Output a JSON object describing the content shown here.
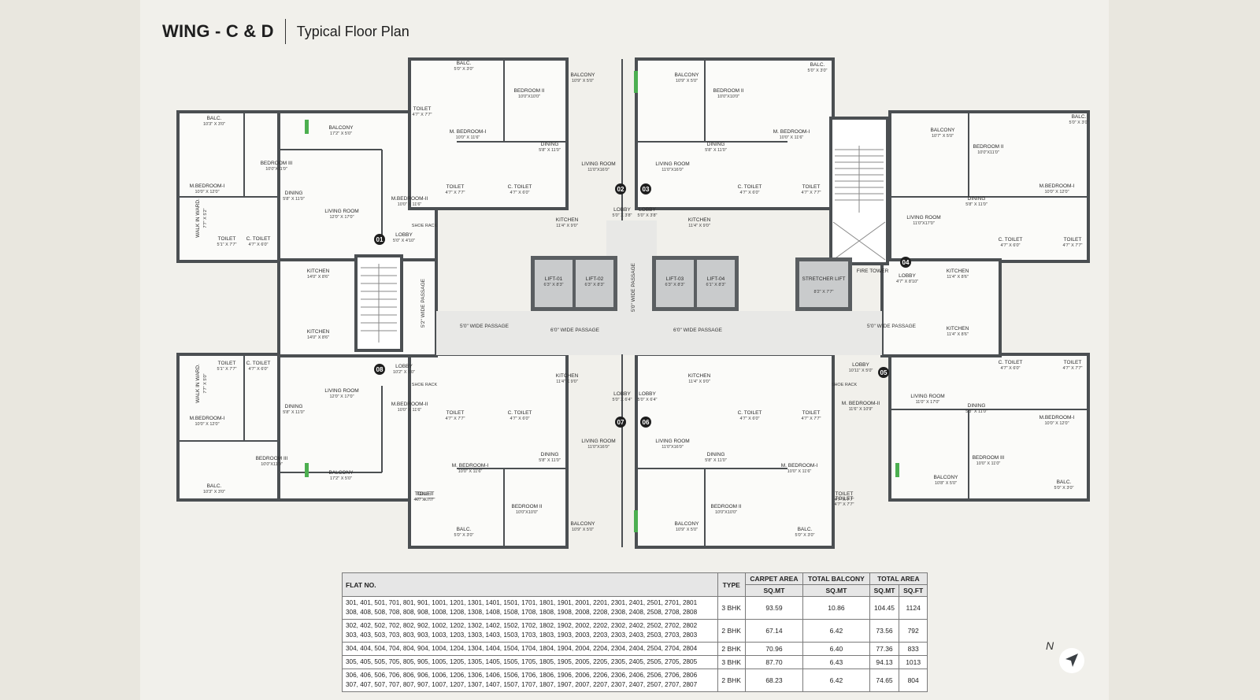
{
  "header": {
    "wing": "WING - C & D",
    "subtitle": "Typical Floor Plan"
  },
  "colors": {
    "background": "#e9e7df",
    "wall": "#4b4f52",
    "lift": "#c9cbcc",
    "passage": "#e8e8e6",
    "marker": "#1e1e1e",
    "greenery": "#4caf50"
  },
  "plan": {
    "flats": [
      "01",
      "02",
      "03",
      "04",
      "05",
      "06",
      "07",
      "08"
    ],
    "rooms": {
      "balc_01": {
        "label": "BALC.",
        "dims": "10'3\" X 3'0\""
      },
      "balc_08": {
        "label": "BALC.",
        "dims": "10'3\" X 3'0\""
      },
      "mbed_01": {
        "label": "M.BEDROOM-I",
        "dims": "10'0\" X 12'0\""
      },
      "mbed_08": {
        "label": "M.BEDROOM-I",
        "dims": "10'0\" X 12'0\""
      },
      "walkin_01": {
        "label": "WALK IN WARD.",
        "dims": "7'7\" X 5'2\""
      },
      "walkin_08": {
        "label": "WALK IN WARD.",
        "dims": "7'7\" X 5'0\""
      },
      "toilet_01": {
        "label": "TOILET",
        "dims": "5'1\" X 7'7\""
      },
      "toilet_08": {
        "label": "TOILET",
        "dims": "5'1\" X 7'7\""
      },
      "ctoilet_01": {
        "label": "C. TOILET",
        "dims": "4'7\" X 6'0\""
      },
      "ctoilet_08": {
        "label": "C. TOILET",
        "dims": "4'7\" X 6'0\""
      },
      "bed3_01": {
        "label": "BEDROOM III",
        "dims": "10'0\"X11'0\""
      },
      "bed3_08": {
        "label": "BEDROOM III",
        "dims": "10'0\"X11'0\""
      },
      "balcony_01": {
        "label": "BALCONY",
        "dims": "17'2\" X 5'0\""
      },
      "balcony_08": {
        "label": "BALCONY",
        "dims": "17'2\" X 5'0\""
      },
      "dining_01": {
        "label": "DINING",
        "dims": "5'8\" X 11'0\""
      },
      "dining_08": {
        "label": "DINING",
        "dims": "5'8\" X 11'0\""
      },
      "living_01": {
        "label": "LIVING ROOM",
        "dims": "12'0\" X 17'0\""
      },
      "living_08": {
        "label": "LIVING ROOM",
        "dims": "12'0\" X 17'0\""
      },
      "kitchen_01": {
        "label": "KITCHEN",
        "dims": "14'0\" X 8'6\""
      },
      "kitchen_08": {
        "label": "KITCHEN",
        "dims": "14'0\" X 8'6\""
      },
      "mbed2_01": {
        "label": "M.BEDROOM-II",
        "dims": "10'0\" X 11'6\""
      },
      "mbed2_08": {
        "label": "M.BEDROOM-II",
        "dims": "10'0\" X 11'6\""
      },
      "lobby_01": {
        "label": "LOBBY",
        "dims": "5'0\" X 4'10\""
      },
      "lobby_08": {
        "label": "LOBBY",
        "dims": "10'2\" X 5'0\""
      },
      "toilet_01b": {
        "label": "TOILET",
        "dims": "4'7\" X 7'7\""
      },
      "toilet_08b": {
        "label": "TOILET",
        "dims": "4'7\" X 7'7\""
      },
      "balc_02": {
        "label": "BALC.",
        "dims": "5'0\" X 3'0\""
      },
      "mbed_02": {
        "label": "M. BEDROOM-I",
        "dims": "10'0\" X 11'6\""
      },
      "toilet_02": {
        "label": "TOILET",
        "dims": "4'7\" X 7'7\""
      },
      "bed2_02": {
        "label": "BEDROOM II",
        "dims": "10'0\"X10'0\""
      },
      "dining_02": {
        "label": "DINING",
        "dims": "5'8\" X 11'0\""
      },
      "ctoilet_02": {
        "label": "C. TOILET",
        "dims": "4'7\" X 6'0\""
      },
      "balcony_02": {
        "label": "BALCONY",
        "dims": "10'9\" X 5'0\""
      },
      "living_02": {
        "label": "LIVING ROOM",
        "dims": "11'0\"X16'0\""
      },
      "kitchen_02": {
        "label": "KITCHEN",
        "dims": "11'4\" X 9'0\""
      },
      "lobby_02": {
        "label": "LOBBY",
        "dims": "5'0\" X 3'8\""
      },
      "balcony_03": {
        "label": "BALCONY",
        "dims": "10'9\" X 5'0\""
      },
      "living_03": {
        "label": "LIVING ROOM",
        "dims": "11'0\"X16'0\""
      },
      "lobby_03": {
        "label": "LOBBY",
        "dims": "5'0\" X 3'8\""
      },
      "kitchen_03": {
        "label": "KITCHEN",
        "dims": "11'4\" X 9'0\""
      },
      "bed2_03": {
        "label": "BEDROOM II",
        "dims": "10'0\"X10'0\""
      },
      "dining_03": {
        "label": "DINING",
        "dims": "5'8\" X 11'0\""
      },
      "ctoilet_03": {
        "label": "C. TOILET",
        "dims": "4'7\" X 6'0\""
      },
      "mbed_03": {
        "label": "M. BEDROOM-I",
        "dims": "10'0\" X 11'6\""
      },
      "toilet_03": {
        "label": "TOILET",
        "dims": "4'7\" X 7'7\""
      },
      "balc_03": {
        "label": "BALC.",
        "dims": "5'0\" X 3'0\""
      },
      "balcony_04": {
        "label": "BALCONY",
        "dims": "10'7\" X 5'0\""
      },
      "bed2_04": {
        "label": "BEDROOM II",
        "dims": "10'0\"X11'0\""
      },
      "balc_04": {
        "label": "BALC.",
        "dims": "5'0\" X 3'0\""
      },
      "mbed_04": {
        "label": "M.BEDROOM-I",
        "dims": "10'0\" X 12'0\""
      },
      "dining_04": {
        "label": "DINING",
        "dims": "5'8\" X 11'0\""
      },
      "living_04": {
        "label": "LIVING ROOM",
        "dims": "11'0\"X17'0\""
      },
      "ctoilet_04": {
        "label": "C. TOILET",
        "dims": "4'7\" X 6'0\""
      },
      "toilet_04": {
        "label": "TOILET",
        "dims": "4'7\" X 7'7\""
      },
      "kitchen_04": {
        "label": "KITCHEN",
        "dims": "11'4\" X 8'6\""
      },
      "lobby_04": {
        "label": "LOBBY",
        "dims": "4'7\" X 8'10\""
      },
      "kitchen_05": {
        "label": "KITCHEN",
        "dims": "11'4\" X 8'6\""
      },
      "lobby_05": {
        "label": "LOBBY",
        "dims": "10'11\" X 5'0\""
      },
      "ctoilet_05": {
        "label": "C. TOILET",
        "dims": "4'7\" X 6'0\""
      },
      "toilet_05": {
        "label": "TOILET",
        "dims": "4'7\" X 7'7\""
      },
      "living_05": {
        "label": "LIVING ROOM",
        "dims": "11'0\" X 17'0\""
      },
      "mbed2_05": {
        "label": "M. BEDROOM-II",
        "dims": "11'6\" X 10'9\""
      },
      "dining_05": {
        "label": "DINING",
        "dims": "5'8\" X 11'0\""
      },
      "mbed_05": {
        "label": "M.BEDROOM-I",
        "dims": "10'0\" X 12'0\""
      },
      "bed3_05": {
        "label": "BEDROOM III",
        "dims": "10'0\" X 11'0\""
      },
      "balcony_05": {
        "label": "BALCONY",
        "dims": "10'8\" X 5'0\""
      },
      "balc_05": {
        "label": "BALC.",
        "dims": "5'0\" X 3'0\""
      },
      "toilet_05b": {
        "label": "TOILET",
        "dims": "4'7\" X 7'7\""
      },
      "kitchen_06": {
        "label": "KITCHEN",
        "dims": "11'4\" X 9'0\""
      },
      "lobby_06": {
        "label": "LOBBY",
        "dims": "5'0\" X 6'4\""
      },
      "ctoilet_06": {
        "label": "C. TOILET",
        "dims": "4'7\" X 6'0\""
      },
      "toilet_06": {
        "label": "TOILET",
        "dims": "4'7\" X 7'7\""
      },
      "living_06": {
        "label": "LIVING ROOM",
        "dims": "11'0\"X16'0\""
      },
      "dining_06": {
        "label": "DINING",
        "dims": "5'8\" X 11'0\""
      },
      "mbed_06": {
        "label": "M. BEDROOM-I",
        "dims": "10'0\" X 11'6\""
      },
      "bed2_06": {
        "label": "BEDROOM II",
        "dims": "10'0\"X10'0\""
      },
      "toilet_06b": {
        "label": "TOILET",
        "dims": "4'7\" X 7'7\""
      },
      "balcony_06": {
        "label": "BALCONY",
        "dims": "10'9\" X 5'0\""
      },
      "balc_06": {
        "label": "BALC.",
        "dims": "5'0\" X 3'0\""
      },
      "kitchen_07": {
        "label": "KITCHEN",
        "dims": "11'4\" X 9'0\""
      },
      "lobby_07": {
        "label": "LOBBY",
        "dims": "5'0\" X 6'4\""
      },
      "ctoilet_07": {
        "label": "C. TOILET",
        "dims": "4'7\" X 6'0\""
      },
      "toilet_07": {
        "label": "TOILET",
        "dims": "4'7\" X 7'7\""
      },
      "living_07": {
        "label": "LIVING ROOM",
        "dims": "11'0\"X16'0\""
      },
      "dining_07": {
        "label": "DINING",
        "dims": "5'8\" X 11'0\""
      },
      "mbed_07": {
        "label": "M. BEDROOM-I",
        "dims": "10'0\" X 11'6\""
      },
      "bed2_07": {
        "label": "BEDROOM II",
        "dims": "10'0\"X10'0\""
      },
      "toilet_07b": {
        "label": "TOILET",
        "dims": "4'7\" X 7'7\""
      },
      "balcony_07": {
        "label": "BALCONY",
        "dims": "10'9\" X 5'0\""
      },
      "balc_07": {
        "label": "BALC.",
        "dims": "5'0\" X 3'0\""
      }
    },
    "core": {
      "lift01": {
        "label": "LIFT-01",
        "dims": "6'3\" X 8'3\""
      },
      "lift02": {
        "label": "LIFT-02",
        "dims": "6'3\" X 8'3\""
      },
      "lift03": {
        "label": "LIFT-03",
        "dims": "6'3\" X 8'3\""
      },
      "lift04": {
        "label": "LIFT-04",
        "dims": "6'1\" X 8'3\""
      },
      "stretcher": {
        "label": "STRETCHER LIFT",
        "dims": "8'2\" X 7'7\""
      },
      "fire_tower": "FIRE TOWER",
      "shoe_rack": "SHOE RACK",
      "passage_5_left": "5'0\" WIDE PASSAGE",
      "passage_6_left": "6'0\" WIDE PASSAGE",
      "passage_6_right": "6'0\" WIDE PASSAGE",
      "passage_5_right": "5'0\" WIDE PASSAGE",
      "passage_5_vert": "5'0\" WIDE PASSAGE",
      "passage_52_vert": "5'2\" WIDE PASSAGE"
    }
  },
  "table": {
    "headers": {
      "flat_no": "FLAT NO.",
      "type": "TYPE",
      "carpet": "CARPET AREA",
      "balcony": "TOTAL BALCONY",
      "total": "TOTAL AREA"
    },
    "subheaders": {
      "carpet": "SQ.MT",
      "balcony": "SQ.MT",
      "total_mt": "SQ.MT",
      "total_ft": "SQ.FT"
    },
    "rows": [
      {
        "flats_1": "301, 401, 501, 701, 801, 901, 1001, 1201, 1301, 1401, 1501, 1701, 1801, 1901, 2001, 2201, 2301, 2401, 2501, 2701, 2801",
        "flats_2": "308, 408, 508, 708, 808, 908, 1008, 1208, 1308, 1408, 1508, 1708, 1808, 1908, 2008, 2208, 2308, 2408, 2508, 2708, 2808",
        "type": "3 BHK",
        "carpet": "93.59",
        "balcony": "10.86",
        "total_mt": "104.45",
        "total_ft": "1124"
      },
      {
        "flats_1": "302, 402, 502, 702, 802, 902, 1002, 1202, 1302, 1402, 1502, 1702, 1802, 1902, 2002, 2202, 2302, 2402, 2502, 2702, 2802",
        "flats_2": "303, 403, 503, 703, 803, 903, 1003, 1203, 1303, 1403, 1503, 1703, 1803, 1903, 2003, 2203, 2303, 2403, 2503, 2703, 2803",
        "type": "2 BHK",
        "carpet": "67.14",
        "balcony": "6.42",
        "total_mt": "73.56",
        "total_ft": "792"
      },
      {
        "flats_1": "304, 404, 504, 704, 804, 904, 1004, 1204, 1304, 1404, 1504, 1704, 1804, 1904, 2004, 2204, 2304, 2404, 2504, 2704, 2804",
        "flats_2": "",
        "type": "2 BHK",
        "carpet": "70.96",
        "balcony": "6.40",
        "total_mt": "77.36",
        "total_ft": "833"
      },
      {
        "flats_1": "305, 405, 505, 705, 805, 905, 1005, 1205, 1305, 1405, 1505, 1705, 1805, 1905, 2005, 2205, 2305, 2405, 2505, 2705, 2805",
        "flats_2": "",
        "type": "3 BHK",
        "carpet": "87.70",
        "balcony": "6.43",
        "total_mt": "94.13",
        "total_ft": "1013"
      },
      {
        "flats_1": "306, 406, 506, 706, 806, 906, 1006, 1206, 1306, 1406, 1506, 1706, 1806, 1906, 2006, 2206, 2306, 2406, 2506, 2706, 2806",
        "flats_2": "307, 407, 507, 707, 807, 907, 1007, 1207, 1307, 1407, 1507, 1707, 1807, 1907, 2007, 2207, 2307, 2407, 2507, 2707, 2807",
        "type": "2 BHK",
        "carpet": "68.23",
        "balcony": "6.42",
        "total_mt": "74.65",
        "total_ft": "804"
      }
    ]
  },
  "north": {
    "label": "N",
    "icon": "north-arrow-icon"
  }
}
